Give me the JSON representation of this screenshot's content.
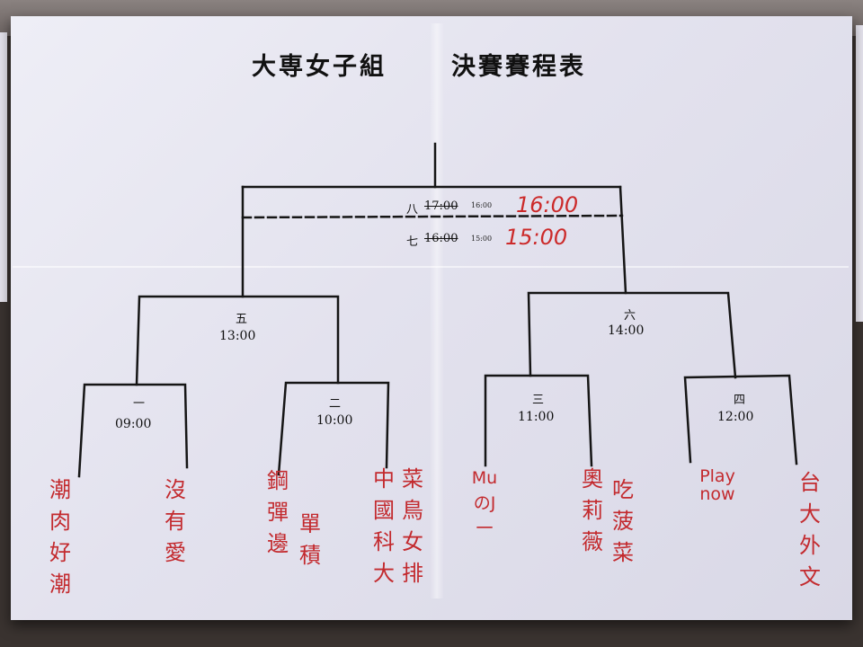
{
  "title": {
    "part1": "大専女子組",
    "part2": "決賽賽程表"
  },
  "matches": [
    {
      "number": "一",
      "time": "09:00"
    },
    {
      "number": "二",
      "time": "10:00"
    },
    {
      "number": "三",
      "time": "11:00"
    },
    {
      "number": "四",
      "time": "12:00"
    },
    {
      "number": "五",
      "time": "13:00"
    },
    {
      "number": "六",
      "time": "14:00"
    }
  ],
  "final": {
    "number": "八",
    "original_time": "17:00",
    "small_note": "16:00",
    "handwritten_time": "16:00"
  },
  "third_place": {
    "number": "七",
    "original_time": "16:00",
    "small_note": "15:00",
    "handwritten_time": "15:00"
  },
  "teams": [
    {
      "name": "潮肉好潮"
    },
    {
      "name": "沒有愛"
    },
    {
      "name": "鋼彈邊"
    },
    {
      "name": "單積"
    },
    {
      "name": "中國科大"
    },
    {
      "name": "菜鳥女排"
    },
    {
      "name": "MuのJ一"
    },
    {
      "name": "吃菠菜"
    },
    {
      "name": "奧莉薇"
    },
    {
      "name": "Play now"
    },
    {
      "name": "台大外文"
    }
  ],
  "colors": {
    "paper": "#e6e5ef",
    "ink": "#111111",
    "handwriting": "#c32a2e"
  }
}
